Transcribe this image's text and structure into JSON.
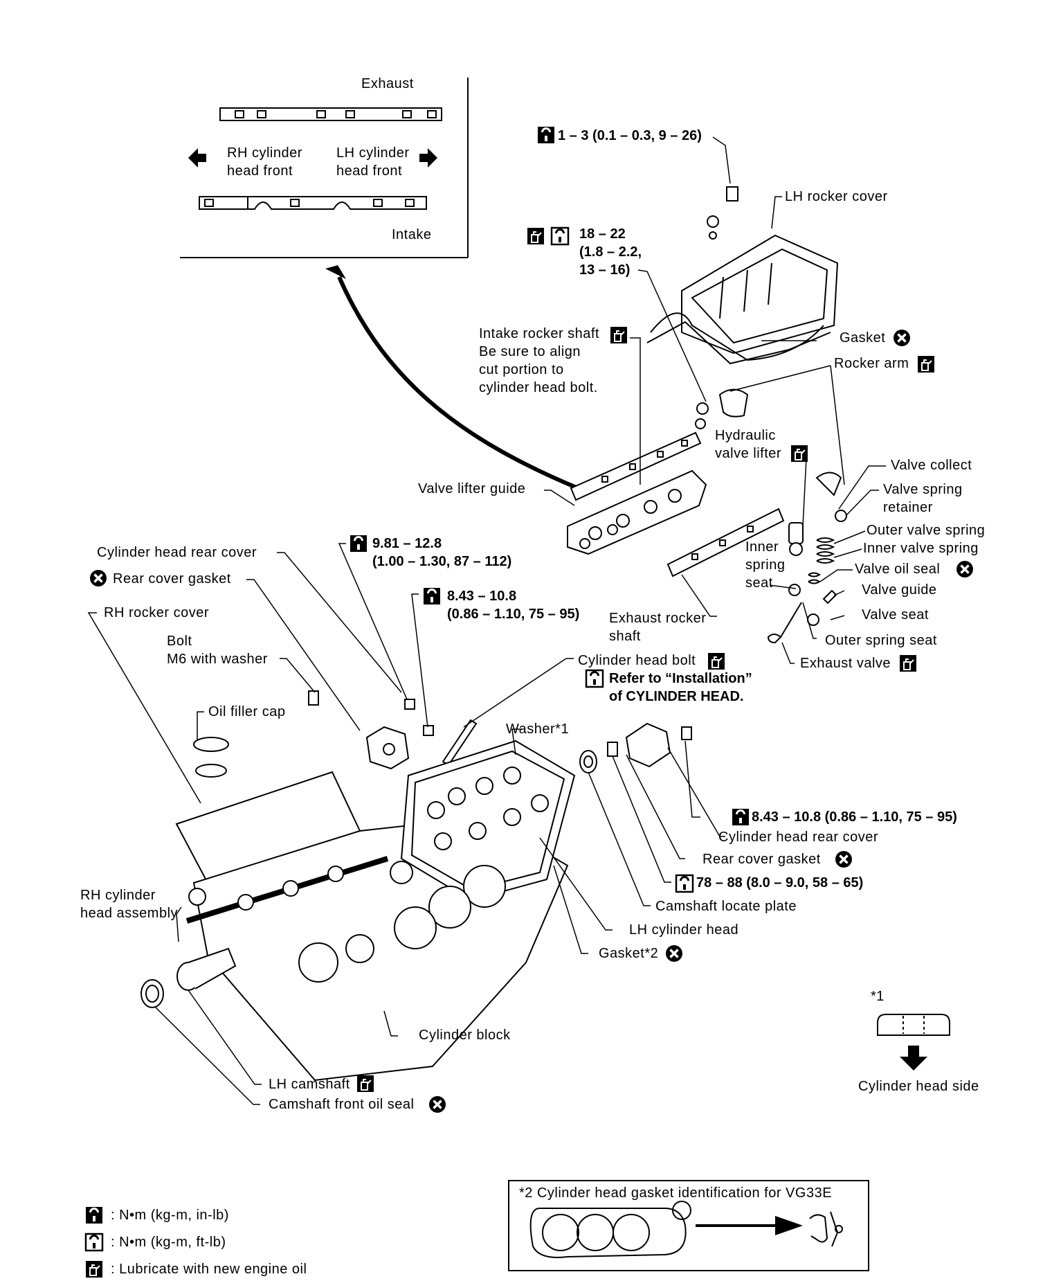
{
  "inset": {
    "exhaust": "Exhaust",
    "intake": "Intake",
    "rh_front": "RH cylinder\nhead front",
    "lh_front": "LH cylinder\nhead front"
  },
  "labels": {
    "torque_1_3": "1 – 3 (0.1 – 0.3, 9 – 26)",
    "lh_rocker_cover": "LH rocker cover",
    "torque_18_22": "18 – 22\n(1.8 – 2.2,\n13 – 16)",
    "gasket": "Gasket",
    "rocker_arm": "Rocker arm",
    "intake_rocker_shaft": "Intake rocker shaft",
    "intake_rocker_note": "Be sure to align\ncut portion to\ncylinder head bolt.",
    "hydraulic_valve_lifter": "Hydraulic\nvalve lifter",
    "valve_collect": "Valve collect",
    "valve_spring_retainer": "Valve spring\nretainer",
    "outer_valve_spring": "Outer valve spring",
    "inner_valve_spring": "Inner valve spring",
    "inner_spring_seat": "Inner\nspring\nseat",
    "valve_oil_seal": "Valve oil seal",
    "valve_guide": "Valve guide",
    "valve_seat": "Valve seat",
    "outer_spring_seat": "Outer spring seat",
    "exhaust_valve": "Exhaust valve",
    "valve_lifter_guide": "Valve lifter guide",
    "exhaust_rocker_shaft": "Exhaust rocker\nshaft",
    "cyl_head_rear_cover_l": "Cylinder head rear cover",
    "rear_cover_gasket_l": "Rear cover gasket",
    "torque_981": "9.81 – 12.8\n(1.00 – 1.30, 87 – 112)",
    "torque_843_a": "8.43 – 10.8\n(0.86 – 1.10, 75 – 95)",
    "rh_rocker_cover": "RH rocker cover",
    "bolt": "Bolt\nM6 with washer",
    "oil_filler_cap": "Oil filler cap",
    "cylinder_head_bolt": "Cylinder head bolt",
    "refer_install": "Refer to “Installation”\nof CYLINDER HEAD.",
    "washer": "Washer*1",
    "torque_843_b": "8.43 – 10.8 (0.86 – 1.10, 75 – 95)",
    "cyl_head_rear_cover_r": "Cylinder head rear cover",
    "rear_cover_gasket_r": "Rear cover gasket",
    "torque_78_88": "78 – 88 (8.0 – 9.0, 58 – 65)",
    "camshaft_locate_plate": "Camshaft locate plate",
    "lh_cylinder_head": "LH cylinder head",
    "gasket2": "Gasket*2",
    "rh_cyl_head_assy": "RH cylinder\nhead assembly",
    "cylinder_block": "Cylinder block",
    "lh_camshaft": "LH camshaft",
    "camshaft_front_oil_seal": "Camshaft front oil seal",
    "star1": "*1",
    "cylinder_head_side": "Cylinder head side"
  },
  "legend": [
    {
      "icon": "torque-nm-kgm-inlb-icon",
      "text": ": N•m (kg-m, in-lb)"
    },
    {
      "icon": "torque-nm-kgm-ftlb-icon",
      "text": ": N•m (kg-m, ft-lb)"
    },
    {
      "icon": "oil-can-icon",
      "text": ": Lubricate with new engine oil"
    }
  ],
  "gasket_id": {
    "title": "*2 Cylinder head gasket identification for VG33E"
  }
}
